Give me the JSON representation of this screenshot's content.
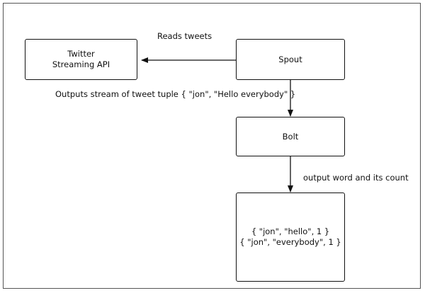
{
  "diagram": {
    "nodes": {
      "twitter": {
        "line1": "Twitter",
        "line2": "Streaming API"
      },
      "spout": {
        "label": "Spout"
      },
      "bolt": {
        "label": "Bolt"
      },
      "output": {
        "line1": "{ \"jon\", \"hello\", 1 }",
        "line2": "{ \"jon\", \"everybody\", 1 }"
      }
    },
    "edge_labels": {
      "reads": "Reads tweets",
      "outputs_stream": "Outputs stream of tweet tuple { \"jon\", \"Hello everybody\" }",
      "output_word": "output word and its count"
    },
    "colors": {
      "stroke": "#111111",
      "frame": "#555555"
    }
  }
}
